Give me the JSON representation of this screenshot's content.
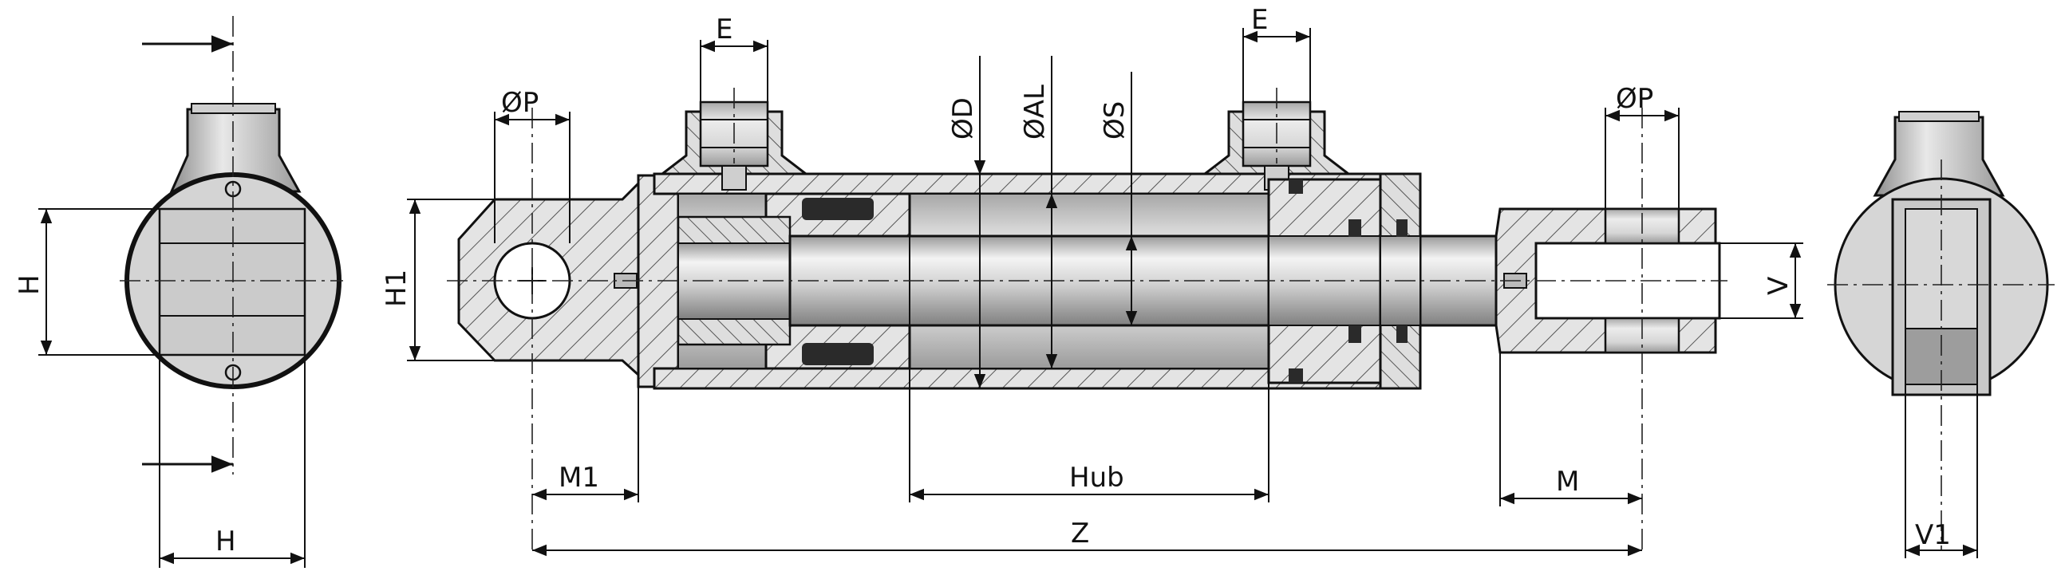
{
  "labels": {
    "e_left": "E",
    "e_right": "E",
    "op_left": "ØP",
    "op_right": "ØP",
    "od": "ØD",
    "oal": "ØAL",
    "os": "ØS",
    "h_left_vertical": "H",
    "h_left_bottom": "H",
    "h1": "H1",
    "v": "V",
    "m1": "M1",
    "hub": "Hub",
    "m": "M",
    "z": "Z",
    "v1": "V1"
  },
  "colors": {
    "line": "#111111",
    "metal_light": "#e6e6e6",
    "metal_mid": "#bdbdbd",
    "metal_dark": "#8a8a8a",
    "seal": "#2a2a2a"
  }
}
